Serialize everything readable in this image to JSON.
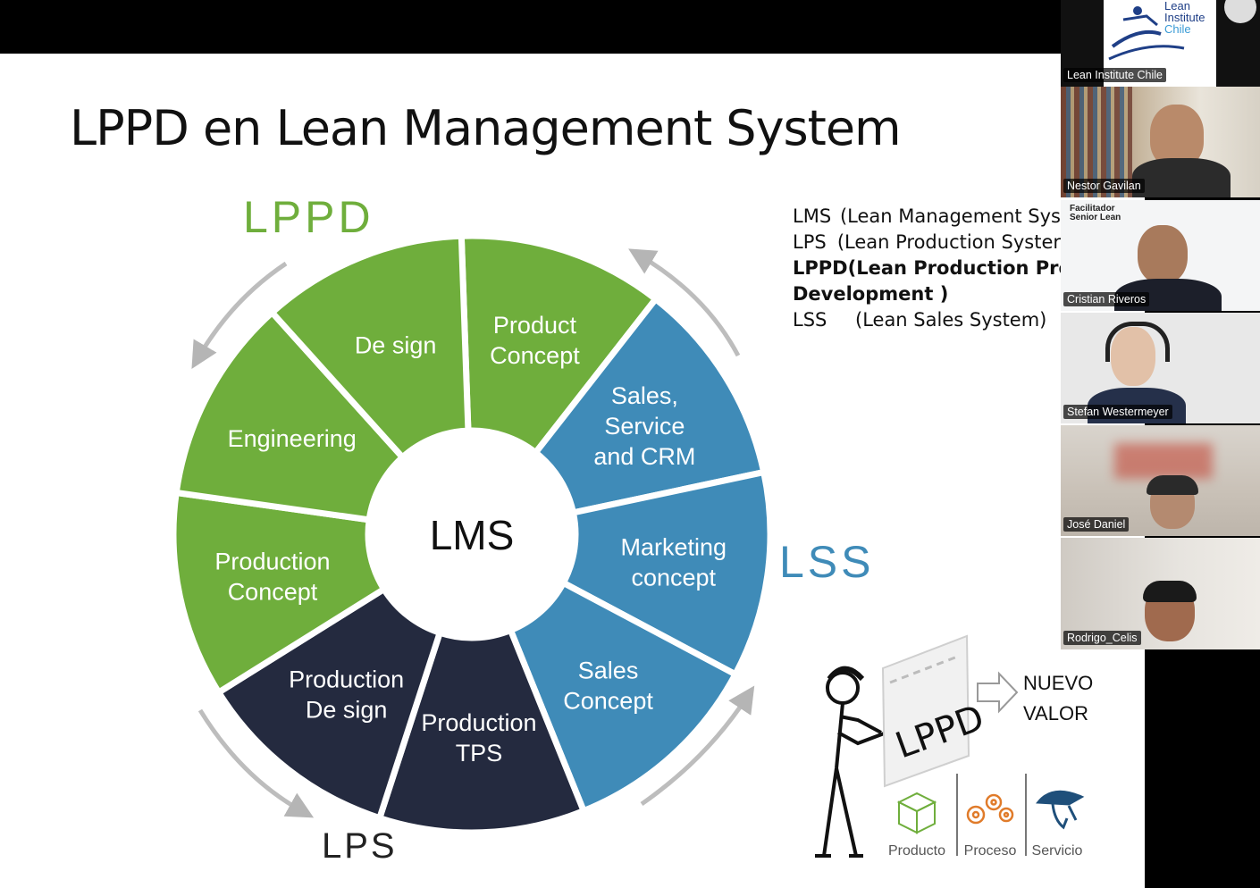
{
  "slide": {
    "title": "LPPD en Lean Management System",
    "wheel": {
      "center": "LMS",
      "labels": {
        "lppd": "LPPD",
        "lss": "LSS",
        "lps": "LPS"
      },
      "segments": [
        {
          "lines": [
            "Product",
            "Concept"
          ],
          "group": "lppd"
        },
        {
          "lines": [
            "Sales,",
            "Service",
            "and CRM"
          ],
          "group": "lss"
        },
        {
          "lines": [
            "Marketing",
            "concept"
          ],
          "group": "lss"
        },
        {
          "lines": [
            "Sales",
            "Concept"
          ],
          "group": "lss"
        },
        {
          "lines": [
            "Production",
            "TPS"
          ],
          "group": "lps"
        },
        {
          "lines": [
            "Production",
            "De sign"
          ],
          "group": "lps"
        },
        {
          "lines": [
            "Production",
            "Concept"
          ],
          "group": "lppd"
        },
        {
          "lines": [
            "Engineering"
          ],
          "group": "lppd"
        },
        {
          "lines": [
            "De sign"
          ],
          "group": "lppd"
        }
      ],
      "colors": {
        "lppd": "#6fae3c",
        "lss": "#3f8bb8",
        "lps": "#242a3f"
      }
    },
    "legend": [
      {
        "abbr": "LMS",
        "text": "(Lean Management Sys"
      },
      {
        "abbr": "LPS",
        "text": "(Lean Production Syster"
      },
      {
        "abbr": "LPPD",
        "text": "(Lean Production Proce",
        "bold": true
      },
      {
        "abbr": "Development )",
        "text": "",
        "bold": true
      },
      {
        "abbr": "LSS",
        "text": "(Lean Sales System)"
      }
    ],
    "illustration": {
      "board": "LPPD",
      "result": [
        "NUEVO",
        "VALOR"
      ],
      "items": [
        "Producto",
        "Proceso",
        "Servicio"
      ]
    }
  },
  "participants": [
    {
      "name": "Lean Institute Chile",
      "logo_lines": [
        "Lean",
        "Institute",
        "Chile"
      ]
    },
    {
      "name": "Nestor Gavilan"
    },
    {
      "name": "Cristian Riveros",
      "caption": [
        "Facilitador",
        "Senior Lean"
      ]
    },
    {
      "name": "Stefan Westermeyer"
    },
    {
      "name": "José Daniel"
    },
    {
      "name": "Rodrigo_Celis"
    }
  ]
}
